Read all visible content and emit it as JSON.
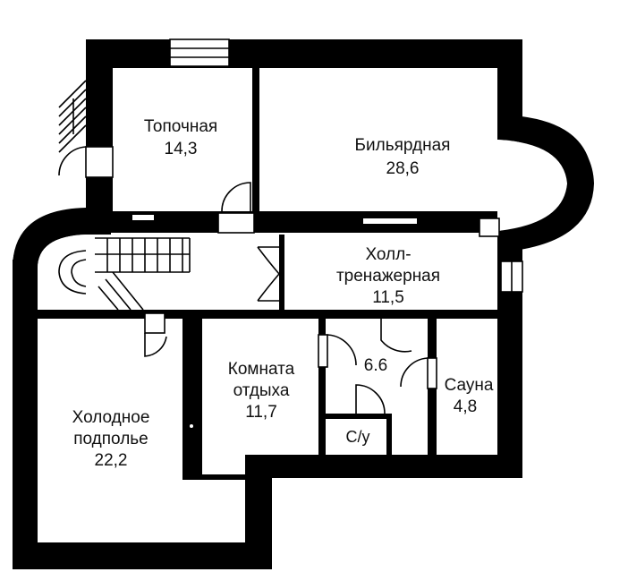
{
  "rooms": {
    "boiler": {
      "name": "Топочная",
      "area": "14,3"
    },
    "billiard": {
      "name": "Бильярдная",
      "area": "28,6"
    },
    "hall": {
      "name_line1": "Холл-",
      "name_line2": "тренажерная",
      "area": "11,5"
    },
    "rest": {
      "name_line1": "Комната",
      "name_line2": "отдыха",
      "area": "11,7"
    },
    "washroom": {
      "area": "6.6"
    },
    "sauna": {
      "name": "Сауна",
      "area": "4,8"
    },
    "wc": {
      "name": "С/у"
    },
    "cellar": {
      "name_line1": "Холодное",
      "name_line2": "подполье",
      "area": "22,2"
    }
  },
  "colors": {
    "wall": "#000000",
    "floor": "#ffffff"
  }
}
